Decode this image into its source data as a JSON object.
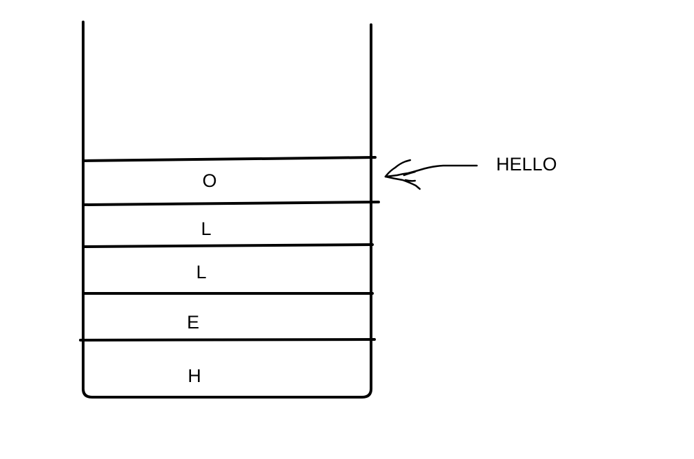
{
  "stack": {
    "items": [
      "O",
      "L",
      "L",
      "E",
      "H"
    ]
  },
  "input": {
    "word": "HELLO"
  }
}
